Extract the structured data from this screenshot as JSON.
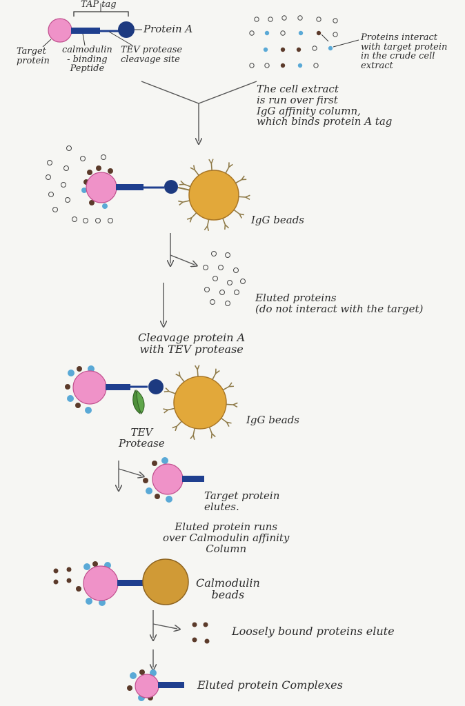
{
  "colors": {
    "target_protein": "#ef92c8",
    "tag_bar": "#1f3f8f",
    "protein_a": "#1d3a80",
    "igg_bead": "#e2a83a",
    "calmodulin_bead": "#d09a36",
    "antibody": "#8e7a48",
    "tev_protease": "#4e8f3a",
    "blue_protein": "#5aa9d6",
    "brown_protein": "#5b3a2a",
    "ink": "#2b2b2b"
  },
  "labels": {
    "tap_tag": "TAP tag",
    "protein_a": "Protein A",
    "target_protein": "Target\nprotein",
    "calmodulin_binding": "calmodulin\n- binding\nPeptide",
    "tev_cleavage_site": "TEV protease\ncleavage site",
    "proteins_interact": "Proteins interact\nwith target protein\nin the crude cell\nextract",
    "cell_extract_step": "The cell extract\nis run over first\nIgG affinity column,\nwhich binds protein A tag",
    "igg_beads_1": "IgG beads",
    "eluted_proteins": "Eluted proteins\n(do not interact with the target)",
    "cleave_step": "Cleavage protein A\nwith TEV protease",
    "igg_beads_2": "IgG beads",
    "tev_protease": "TEV\nProtease",
    "target_elutes": "Target protein\nelutes.",
    "calmodulin_column_step": "Eluted protein runs\nover Calmodulin affinity\nColumn",
    "calmodulin_beads": "Calmodulin\nbeads",
    "loosely_bound": "Loosely bound proteins elute",
    "eluted_complexes": "Eluted protein Complexes"
  }
}
